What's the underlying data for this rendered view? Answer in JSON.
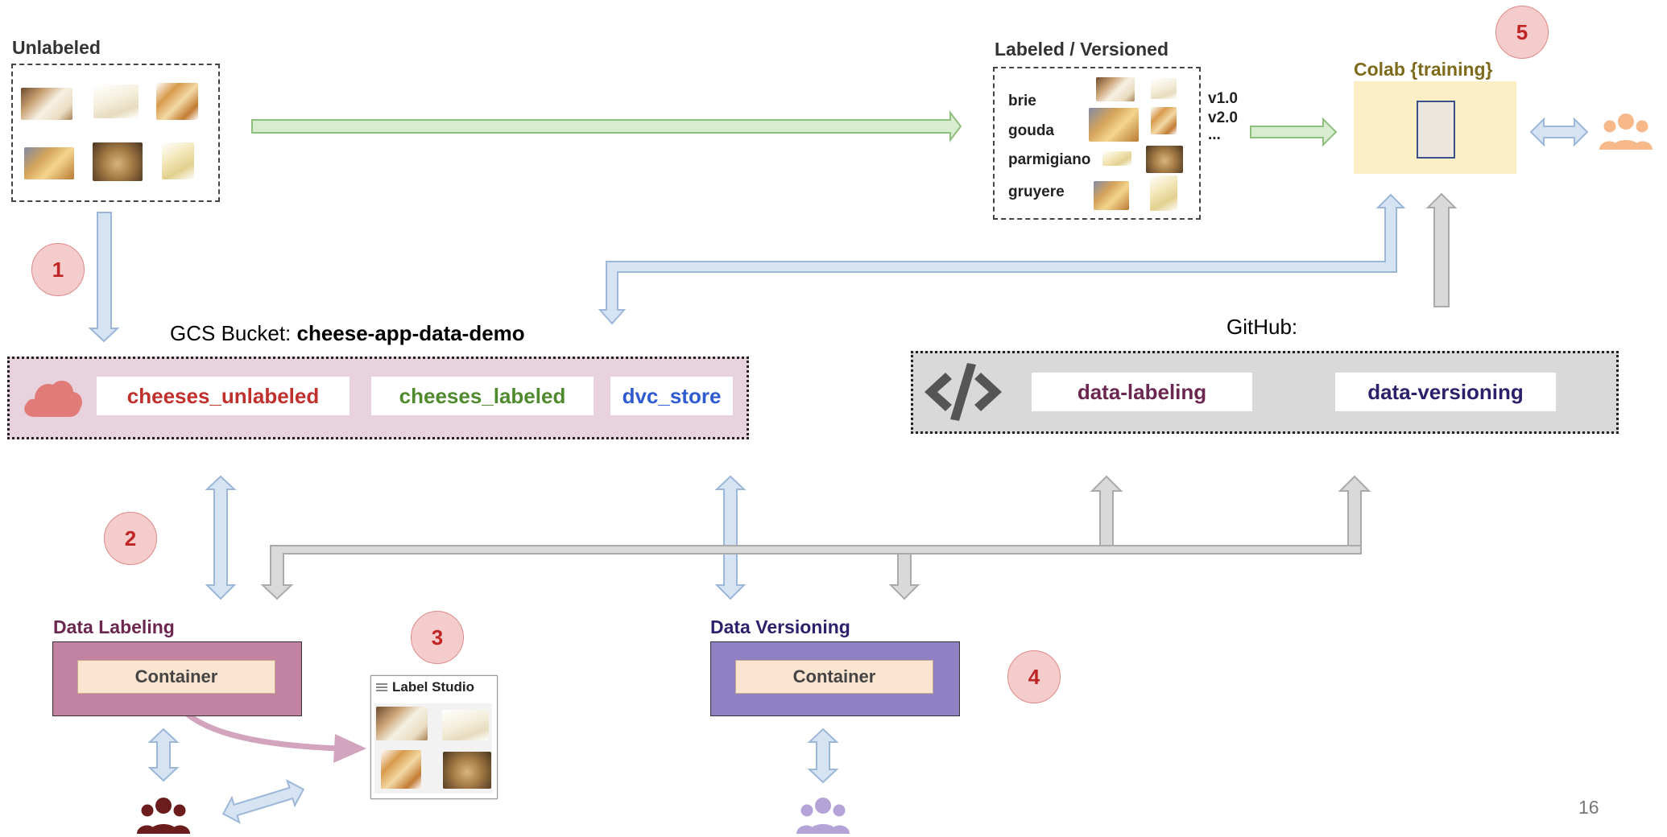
{
  "unlabeled": {
    "title": "Unlabeled"
  },
  "labeled": {
    "title": "Labeled / Versioned",
    "cheeses": [
      "brie",
      "gouda",
      "parmigiano",
      "gruyere"
    ],
    "versions": [
      "v1.0",
      "v2.0",
      "..."
    ]
  },
  "colab": {
    "title": "Colab {training}"
  },
  "gcs": {
    "title_prefix": "GCS Bucket: ",
    "bucket_name": "cheese-app-data-demo",
    "folders": [
      {
        "label": "cheeses_unlabeled",
        "color": "#c0302c"
      },
      {
        "label": "cheeses_labeled",
        "color": "#4f8a2f"
      },
      {
        "label": "dvc_store",
        "color": "#2f5bd1"
      }
    ]
  },
  "github": {
    "title": "GitHub:",
    "repos": [
      {
        "label": "data-labeling",
        "color": "#6b2750"
      },
      {
        "label": "data-versioning",
        "color": "#2e1f6b"
      }
    ]
  },
  "data_labeling": {
    "title": "Data Labeling",
    "container_label": "Container",
    "title_color": "#6b2750",
    "box_color": "#c283a3"
  },
  "data_versioning": {
    "title": "Data Versioning",
    "container_label": "Container",
    "title_color": "#2e1f6b",
    "box_color": "#8e80c2"
  },
  "label_studio": {
    "title": "Label Studio"
  },
  "steps": [
    "1",
    "2",
    "3",
    "4",
    "5"
  ],
  "page_number": "16",
  "colors": {
    "blue_arrow": "#d6e3f2",
    "blue_arrow_stroke": "#9cb7d8",
    "green_arrow": "#d8ecd0",
    "green_arrow_stroke": "#8fbf7f",
    "gray_arrow": "#d9d9d9",
    "gray_arrow_stroke": "#aaaaaa",
    "gcs_bg": "#e8d2dd",
    "github_bg": "#d9d9d9",
    "colab_bg": "#fcefc6",
    "people_orange": "#f8b98a",
    "people_dark": "#6b1d1d",
    "people_purple": "#b4a3d6"
  },
  "icons": [
    "cloud-icon",
    "code-icon",
    "people-icon",
    "menu-icon"
  ]
}
